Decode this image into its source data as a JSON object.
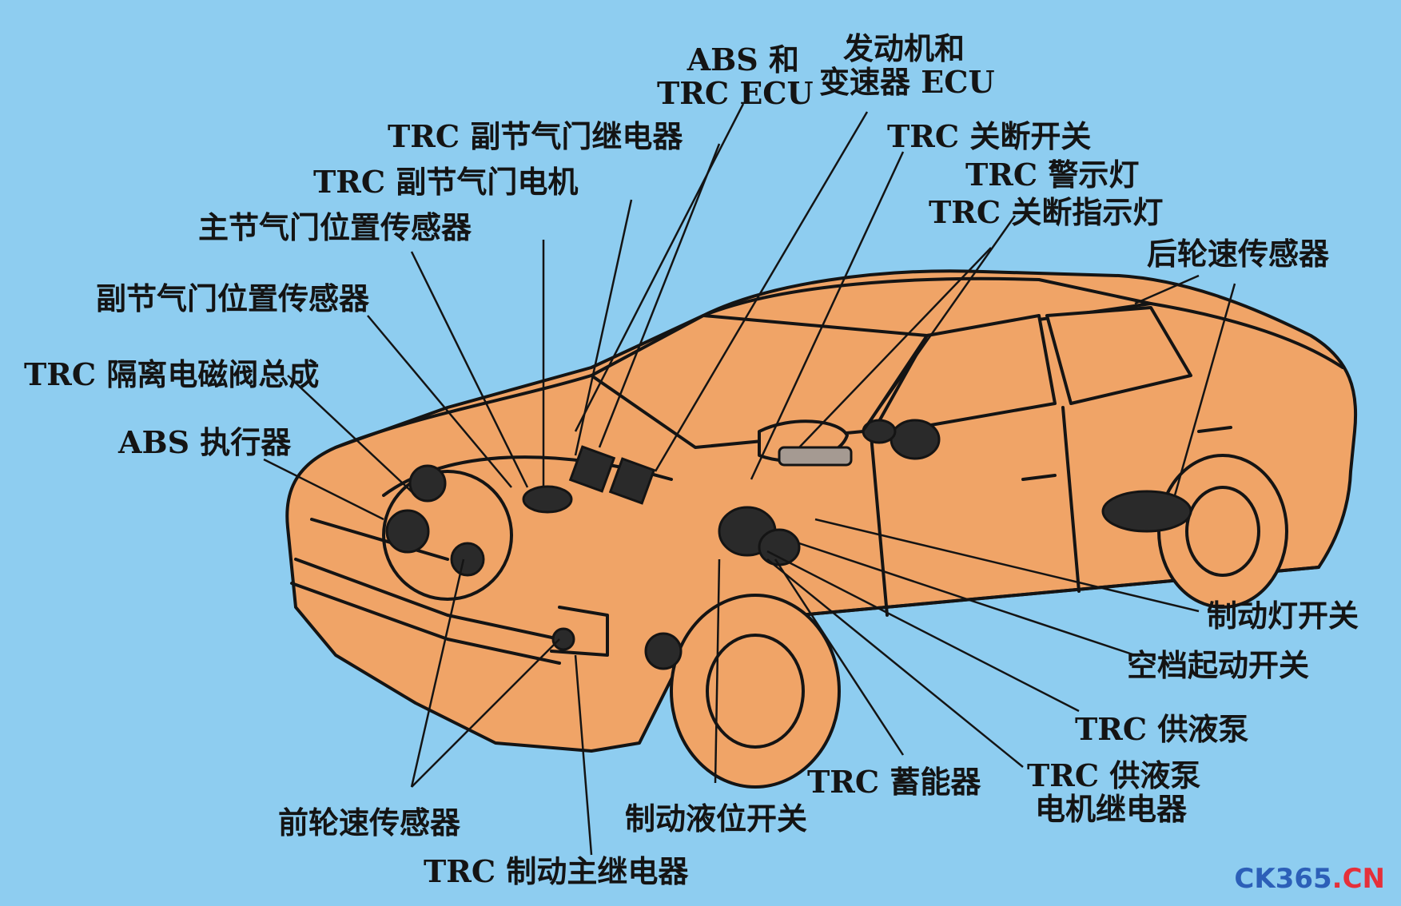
{
  "labels": {
    "abs_and": "ABS 和",
    "trc_ecu": "TRC ECU",
    "engine_and": "发动机和",
    "trans_ecu": "变速器 ECU",
    "sub_throttle_relay": "TRC 副节气门继电器",
    "trc_cut_switch": "TRC 关断开关",
    "trc_warning_lamp": "TRC 警示灯",
    "sub_throttle_motor": "TRC 副节气门电机",
    "trc_cut_indicator": "TRC 关断指示灯",
    "main_throttle_sensor": "主节气门位置传感器",
    "rear_wheel_sensor": "后轮速传感器",
    "sub_throttle_sensor": "副节气门位置传感器",
    "isolation_valve": "TRC 隔离电磁阀总成",
    "abs_actuator": "ABS 执行器",
    "brake_lamp_switch": "制动灯开关",
    "neutral_start_switch": "空档起动开关",
    "trc_pump": "TRC 供液泵",
    "trc_accumulator": "TRC 蓄能器",
    "trc_pump_motor_relay_l1": "TRC 供液泵",
    "trc_pump_motor_relay_l2": "电机继电器",
    "front_wheel_sensor": "前轮速传感器",
    "brake_fluid_switch": "制动液位开关",
    "trc_brake_main_relay": "TRC 制动主继电器"
  },
  "watermark": {
    "part1": "CK365",
    "part2": ".CN"
  },
  "colors": {
    "background": "#8ecdf0",
    "car_body": "#f0a467",
    "ink": "#141414"
  }
}
